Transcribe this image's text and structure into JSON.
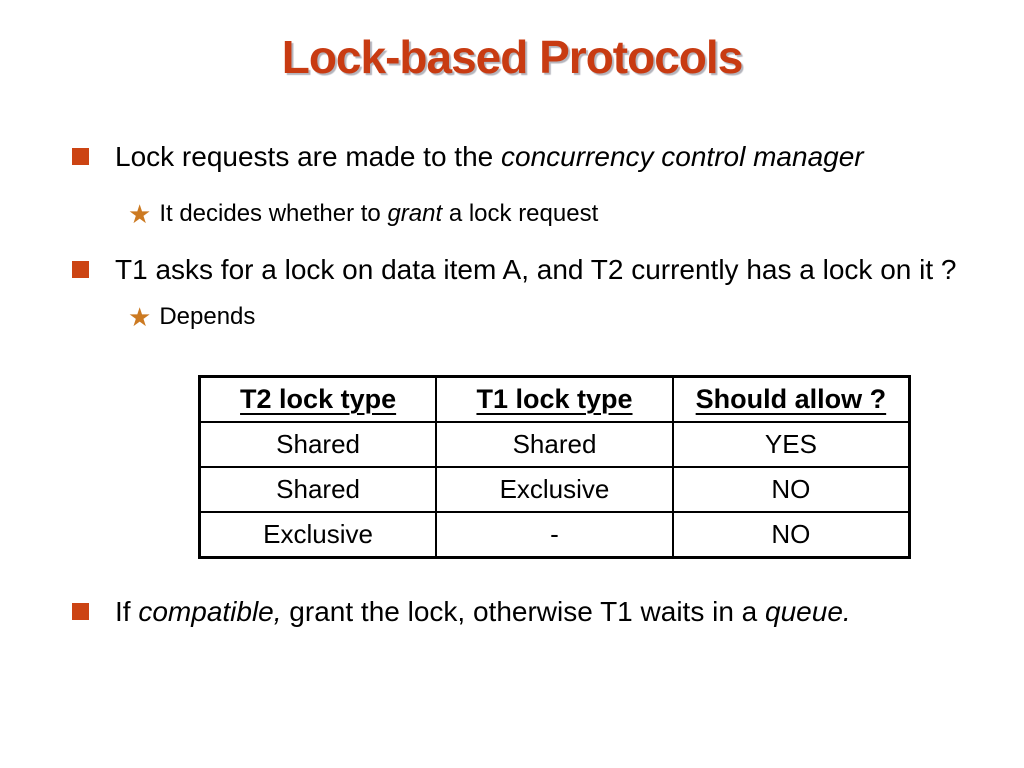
{
  "title": "Lock-based Protocols",
  "colors": {
    "title_color": "#c83b12",
    "bullet_square": "#cc4413",
    "star": "#cc7a22"
  },
  "glyphs": {
    "star": "★"
  },
  "bullets": {
    "b1": {
      "seg0": "Lock requests are made to the ",
      "seg1": "concurrency control manager"
    },
    "s1": {
      "seg0": "It decides whether to ",
      "seg1": "grant",
      "seg2": " a lock request"
    },
    "b2": {
      "seg0": "T1 asks for a lock on data item A, and T2 currently has a lock on it ?"
    },
    "s2": {
      "seg0": "Depends"
    },
    "b3": {
      "seg0": "If ",
      "seg1": "compatible,",
      "seg2": " grant the lock, otherwise T1 waits in a ",
      "seg3": "queue."
    }
  },
  "table": {
    "headers": [
      "T2 lock type",
      "T1 lock type",
      "Should allow ?"
    ],
    "rows": [
      [
        "Shared",
        "Shared",
        "YES"
      ],
      [
        "Shared",
        "Exclusive",
        "NO"
      ],
      [
        "Exclusive",
        "-",
        "NO"
      ]
    ]
  }
}
